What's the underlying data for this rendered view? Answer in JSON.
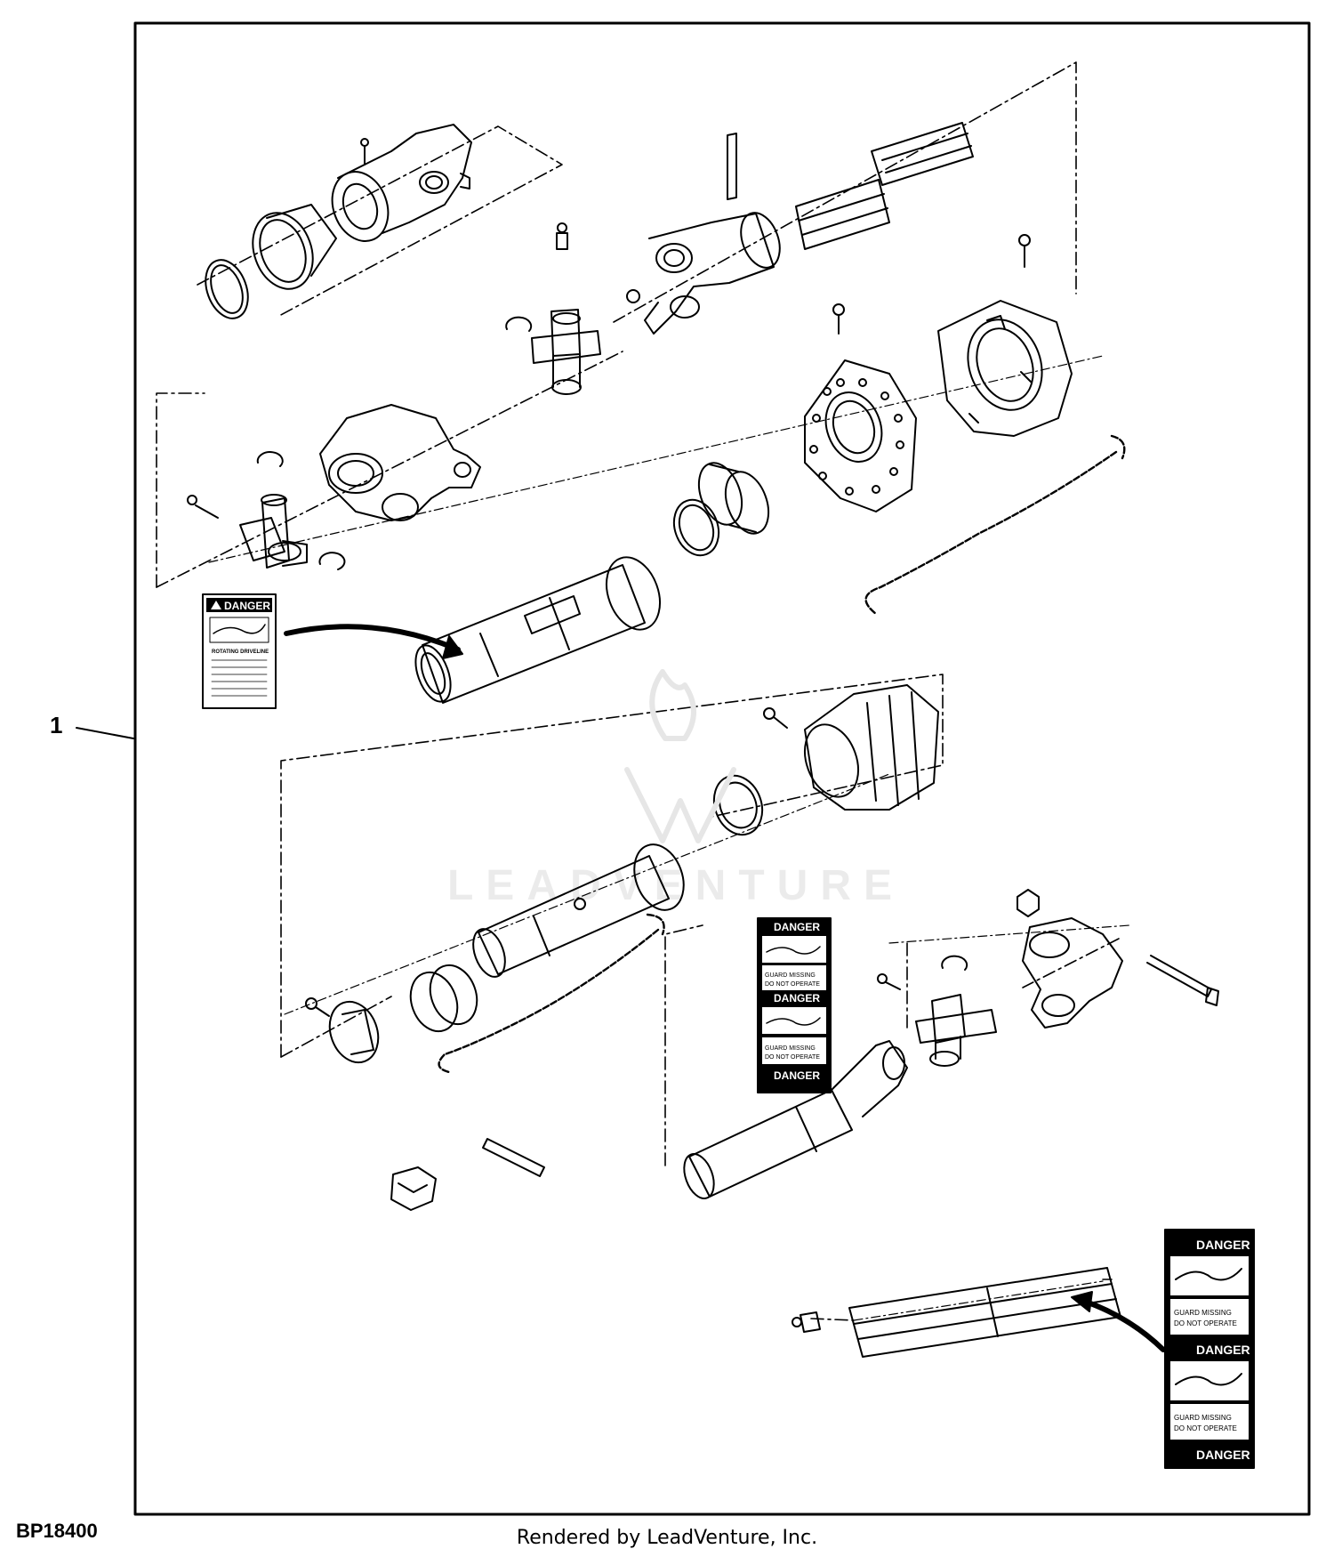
{
  "callout": {
    "item_number": "1"
  },
  "figure": {
    "id": "BP18400"
  },
  "footer": {
    "text": "Rendered by LeadVenture, Inc."
  },
  "watermark": {
    "text": "LEADVENTURE"
  },
  "labels": {
    "danger": "DANGER",
    "rotating": "ROTATING DRIVELINE",
    "guard1": "GUARD MISSING",
    "guard2": "DO NOT OPERATE"
  },
  "colors": {
    "line": "#000000",
    "label_bg": "#000000",
    "watermark": "#e6e6e6"
  }
}
